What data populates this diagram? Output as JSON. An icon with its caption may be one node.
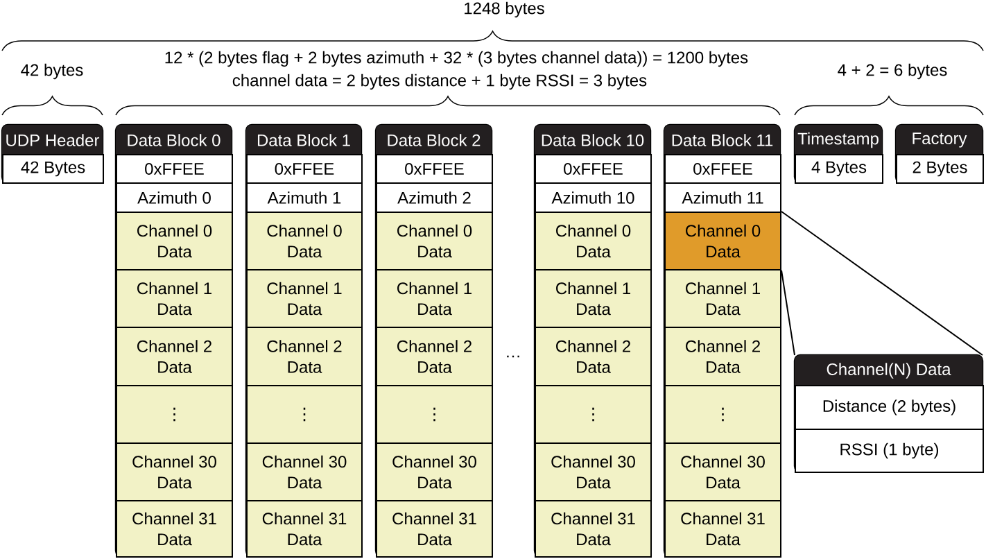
{
  "diagram": {
    "nodes": [
      {
        "text": [
          "UDP Header"
        ]
      },
      {
        "text": [
          "42 Bytes"
        ],
        "in": 0
      },
      {
        "text": [
          "Data Block 0"
        ]
      },
      {
        "text": [
          "0xFFEE"
        ],
        "in": 2
      },
      {
        "text": [
          "Azimuth 0"
        ],
        "in": 2
      },
      {
        "text": [
          "Channel 0 Data"
        ],
        "in": 2
      },
      {
        "text": [
          "Channel 1 Data"
        ],
        "in": 2
      },
      {
        "text": [
          "Channel 2 Data"
        ],
        "in": 2
      },
      {
        "text": [
          "⋮"
        ],
        "in": 2
      },
      {
        "text": [
          "Channel 30 Data"
        ],
        "in": 2
      },
      {
        "text": [
          "Channel 31 Data"
        ],
        "in": 2
      },
      {
        "text": [
          "Data Block 1"
        ]
      },
      {
        "text": [
          "0xFFEE"
        ],
        "in": 11
      },
      {
        "text": [
          "Azimuth 1"
        ],
        "in": 11
      },
      {
        "text": [
          "Channel 0 Data"
        ],
        "in": 11
      },
      {
        "text": [
          "Channel 1 Data"
        ],
        "in": 11
      },
      {
        "text": [
          "Channel 2 Data"
        ],
        "in": 11
      },
      {
        "text": [
          "⋮"
        ],
        "in": 11
      },
      {
        "text": [
          "Channel 30 Data"
        ],
        "in": 11
      },
      {
        "text": [
          "Channel 31 Data"
        ],
        "in": 11
      },
      {
        "text": [
          "Data Block 2"
        ]
      },
      {
        "text": [
          "0xFFEE"
        ],
        "in": 20
      },
      {
        "text": [
          "Azimuth 2"
        ],
        "in": 20
      },
      {
        "text": [
          "Channel 0 Data"
        ],
        "in": 20
      },
      {
        "text": [
          "Channel 1 Data"
        ],
        "in": 20
      },
      {
        "text": [
          "Channel 2 Data"
        ],
        "in": 20
      },
      {
        "text": [
          "⋮"
        ],
        "in": 20
      },
      {
        "text": [
          "Channel 30 Data"
        ],
        "in": 20
      },
      {
        "text": [
          "Channel 31 Data"
        ],
        "in": 20
      },
      {
        "text": [
          "Data Block 10"
        ]
      },
      {
        "text": [
          "0xFFEE"
        ],
        "in": 29
      },
      {
        "text": [
          "Azimuth 10"
        ],
        "in": 29
      },
      {
        "text": [
          "Channel 0 Data"
        ],
        "in": 29
      },
      {
        "text": [
          "Channel 1 Data"
        ],
        "in": 29
      },
      {
        "text": [
          "Channel 2 Data"
        ],
        "in": 29
      },
      {
        "text": [
          "⋮"
        ],
        "in": 29
      },
      {
        "text": [
          "Channel 30 Data"
        ],
        "in": 29
      },
      {
        "text": [
          "Channel 31 Data"
        ],
        "in": 29
      },
      {
        "text": [
          "Data Block 11"
        ]
      },
      {
        "text": [
          "0xFFEE"
        ],
        "in": 38
      },
      {
        "text": [
          "Azimuth 11"
        ],
        "in": 38
      },
      {
        "text": [
          "Channel 0 Data"
        ],
        "in": 38
      },
      {
        "text": [
          "Channel 1 Data"
        ],
        "in": 38
      },
      {
        "text": [
          "Channel 2 Data"
        ],
        "in": 38
      },
      {
        "text": [
          "⋮"
        ],
        "in": 38
      },
      {
        "text": [
          "Channel 30 Data"
        ],
        "in": 38
      },
      {
        "text": [
          "Channel 31 Data"
        ],
        "in": 38
      },
      {
        "text": [
          "Timestamp"
        ]
      },
      {
        "text": [
          "4 Bytes"
        ],
        "in": 47
      },
      {
        "text": [
          "Factory"
        ]
      },
      {
        "text": [
          "2 Bytes"
        ],
        "in": 49
      },
      {
        "text": [
          "Channel(N) Data"
        ]
      },
      {
        "text": [
          "Distance (2 bytes)"
        ],
        "in": 51
      },
      {
        "text": [
          "RSSI (1 byte)"
        ],
        "in": 51
      }
    ],
    "edges": [
      {
        "from": 41,
        "to": 51,
        "arrow": "none"
      },
      {
        "from": 41,
        "to": 51,
        "arrow": "none"
      }
    ],
    "labels": [
      "1248 bytes",
      "42 bytes",
      "12 * (2 bytes flag + 2 bytes azimuth + 32 * (3 bytes channel data)) = 1200 bytes",
      "channel data = 2 bytes distance + 1 byte RSSI = 3 bytes",
      "4 + 2 = 6 bytes",
      "…"
    ]
  }
}
